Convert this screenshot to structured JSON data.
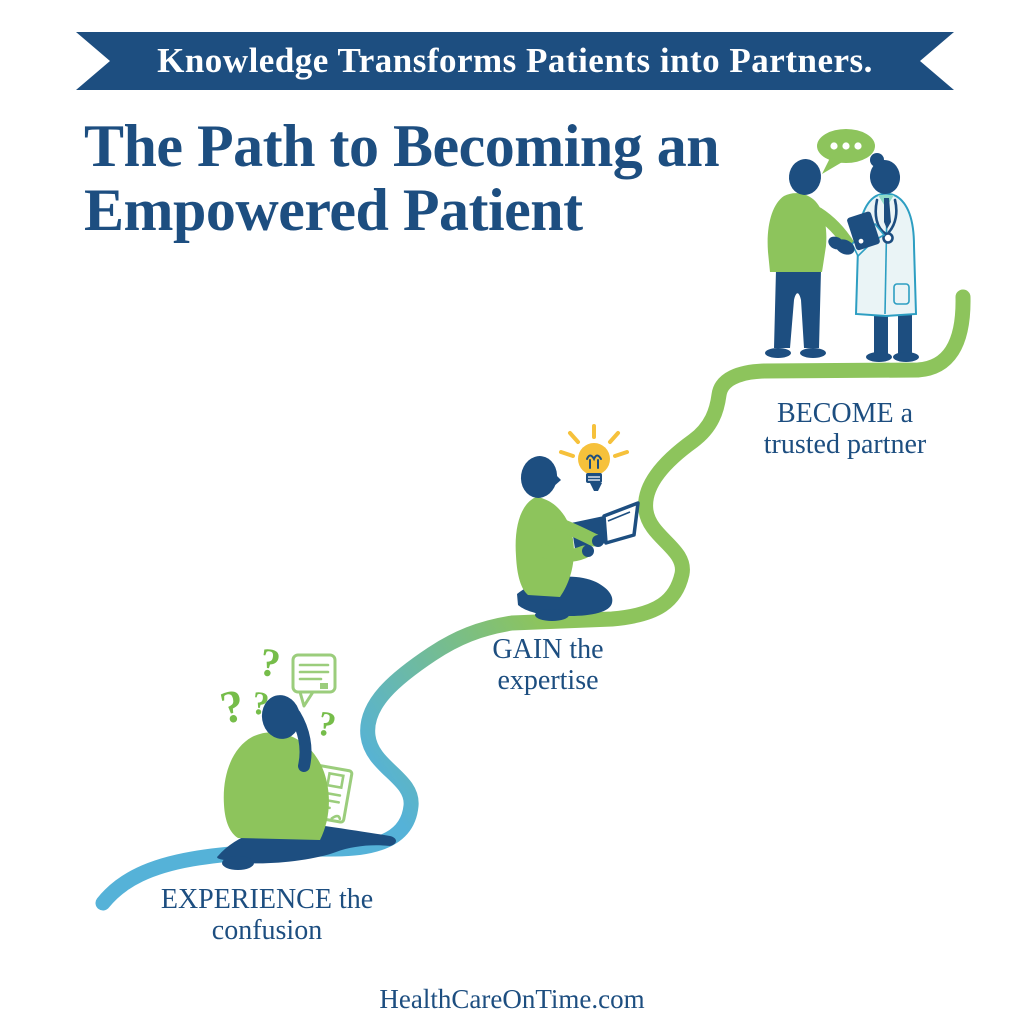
{
  "banner": {
    "text": "Knowledge Transforms Patients into Partners."
  },
  "title": {
    "line1": "The Path to Becoming an",
    "line2": "Empowered Patient"
  },
  "steps": [
    {
      "id": "experience",
      "label_line1": "EXPERIENCE the",
      "label_line2": "confusion",
      "illustration": "confused-person-sitting-on-path",
      "icons": [
        "question-marks",
        "speech-bubble-outline",
        "document-outline"
      ]
    },
    {
      "id": "gain",
      "label_line1": "GAIN the",
      "label_line2": "expertise",
      "illustration": "person-reading-open-book-on-path",
      "icons": [
        "lightbulb",
        "open-book"
      ]
    },
    {
      "id": "become",
      "label_line1": "BECOME a",
      "label_line2": "trusted partner",
      "illustration": "patient-and-doctor-handshake-on-path",
      "icons": [
        "chat-dots-bubble",
        "stethoscope",
        "tablet"
      ]
    }
  ],
  "footer": {
    "website": "HealthCareOnTime.com"
  },
  "glyphs": {
    "question_mark": "?"
  },
  "colors": {
    "navy": "#1d4e80",
    "banner-blue": "#1d4e80",
    "banner-text": "#ffffff",
    "path-blue": "#55b2d8",
    "path-green": "#8dc45c",
    "figure-green": "#8dc45c",
    "qm-green": "#76bd4a",
    "icon-outline-green": "#9bcd7c",
    "coat": "#eaf4f6",
    "coat-line": "#2d9ec2",
    "teal": "#8edbc9",
    "bulb-yellow": "#f6c13b",
    "bg": "#ffffff"
  }
}
